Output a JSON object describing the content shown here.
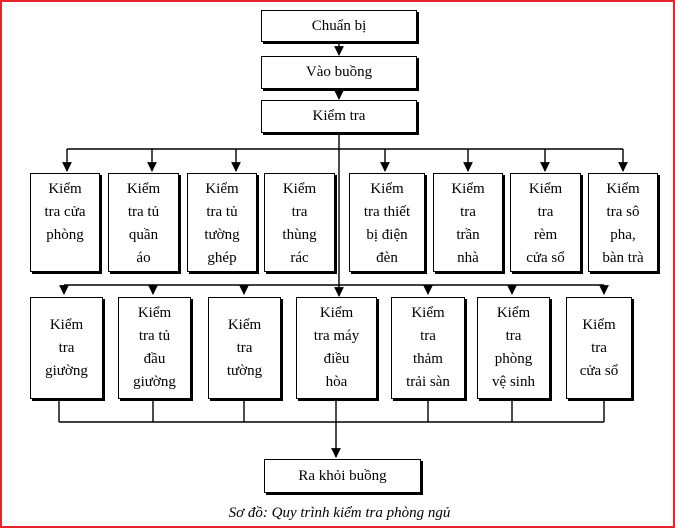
{
  "flow": {
    "step1": "Chuẩn bị",
    "step2": "Vào buồng",
    "step3": "Kiểm tra",
    "final": "Ra khỏi buồng"
  },
  "row1": [
    "Kiểm\ntra cửa\nphòng",
    "Kiểm\ntra tủ\nquần\náo",
    "Kiểm\ntra tủ\ntường\nghép",
    "Kiểm\ntra\nthùng\nrác",
    "Kiểm\ntra thiết\nbị điện\nđèn",
    "Kiểm\ntra\ntrần\nnhà",
    "Kiểm\ntra\nrèm\ncửa sổ",
    "Kiểm\ntra sô\npha,\nbàn trà"
  ],
  "row2": [
    "Kiểm\ntra\ngiường",
    "Kiểm\ntra tủ\nđầu\ngiường",
    "Kiểm\ntra\ntường",
    "Kiểm\ntra máy\nđiều\nhòa",
    "Kiểm\ntra\nthảm\ntrải sàn",
    "Kiểm\ntra\nphòng\nvệ sinh",
    "Kiểm\ntra\ncửa sổ"
  ],
  "caption": "Sơ đồ: Quy trình kiểm tra phòng ngủ",
  "colors": {
    "frame": "#e8242c",
    "line": "#000000"
  }
}
